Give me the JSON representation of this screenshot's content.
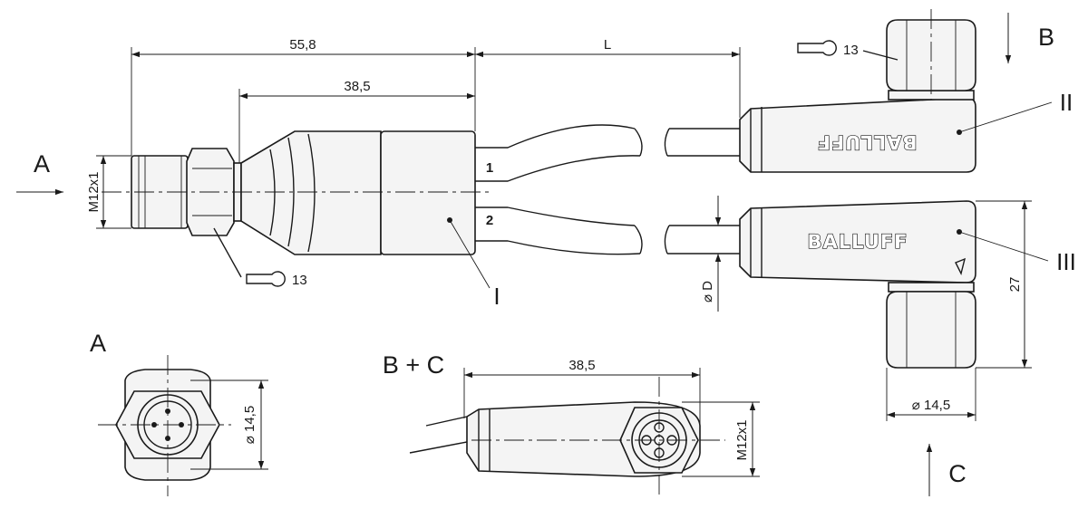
{
  "dimensions": {
    "total_length_male": "55,8",
    "body_length_male": "38,5",
    "cable_length": "L",
    "thread_male": "M12x1",
    "wrench_size_male": "13",
    "wrench_size_female": "13",
    "cable_diameter": "⌀ D",
    "female_height": "27",
    "female_nut_diameter": "⌀ 14,5",
    "view_a_diameter": "⌀ 14,5",
    "view_bc_length": "38,5",
    "thread_female": "M12x1"
  },
  "labels": {
    "arrow_a": "A",
    "arrow_b": "B",
    "arrow_c": "C",
    "part_i": "I",
    "part_ii": "II",
    "part_iii": "III",
    "cable_1": "1",
    "cable_2": "2",
    "view_a_title": "A",
    "view_bc_title": "B + C"
  },
  "branding": {
    "logo_text_top": "BALLUFF",
    "logo_text_bottom": "BALLUFF"
  }
}
